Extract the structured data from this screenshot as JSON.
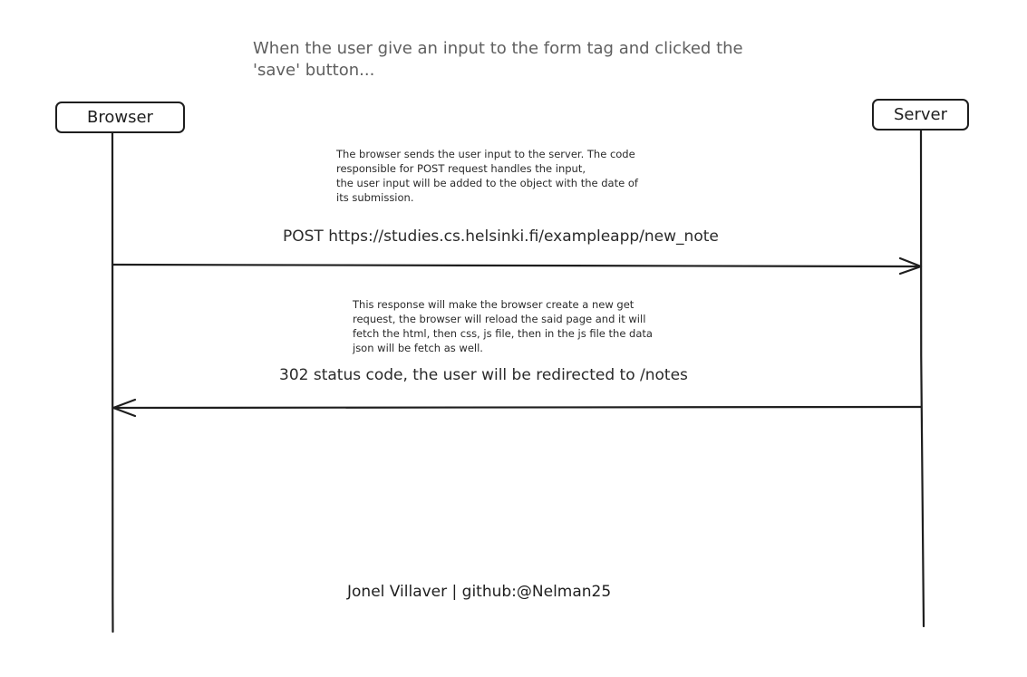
{
  "diagram": {
    "type": "sequence-diagram",
    "heading": {
      "line1": "When the user give an input to the form tag and clicked the",
      "line2": "'save' button..."
    },
    "actors": [
      {
        "id": "browser",
        "label": "Browser"
      },
      {
        "id": "server",
        "label": "Server"
      }
    ],
    "messages": [
      {
        "from": "browser",
        "to": "server",
        "label": "POST https://studies.cs.helsinki.fi/exampleapp/new_note",
        "note": [
          "The browser sends the user input to the server. The code",
          "responsible for POST request handles the input,",
          "the user input will be added to the object with the date of",
          "its submission."
        ]
      },
      {
        "from": "server",
        "to": "browser",
        "label": "302 status code, the user will be redirected to /notes",
        "note": [
          "This response will make the browser create a new get",
          "request, the browser will reload the said page and it will",
          "fetch the html, then css, js file, then in the js file the data",
          "json will be fetch as well."
        ]
      }
    ],
    "credit": "Jonel Villaver | github:@Nelman25",
    "colors": {
      "stroke": "#1e1e1e",
      "heading_text": "#5f5f5f",
      "background": "#ffffff"
    }
  }
}
